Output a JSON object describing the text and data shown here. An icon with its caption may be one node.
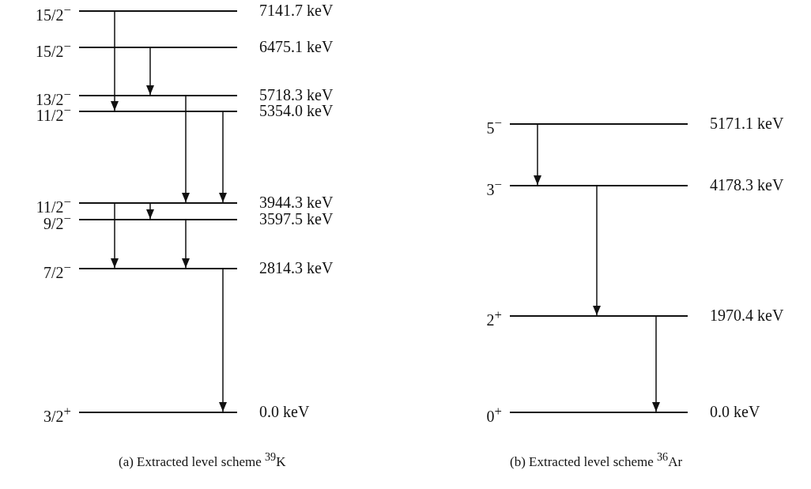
{
  "diagram": {
    "nodes": [
      {
        "text": [
          "15/2$^{−}$"
        ],
        "beside": [
          "7141.7 keV"
        ]
      },
      {
        "text": [
          "15/2$^{−}$"
        ],
        "beside": [
          "6475.1 keV"
        ]
      },
      {
        "text": [
          "13/2$^{−}$"
        ],
        "beside": [
          "5718.3 keV"
        ]
      },
      {
        "text": [
          "11/2$^{−}$"
        ],
        "beside": [
          "5354.0 keV"
        ]
      },
      {
        "text": [
          "11/2$^{−}$"
        ],
        "beside": [
          "3944.3 keV"
        ]
      },
      {
        "text": [
          "9/2$^{−}$"
        ],
        "beside": [
          "3597.5 keV"
        ]
      },
      {
        "text": [
          "7/2$^{−}$"
        ],
        "beside": [
          "2814.3 keV"
        ]
      },
      {
        "text": [
          "3/2$^{+}$"
        ],
        "beside": [
          "0.0 keV"
        ]
      },
      {
        "text": [
          "5$^{−}$"
        ],
        "beside": [
          "5171.1 keV"
        ]
      },
      {
        "text": [
          "3$^{−}$"
        ],
        "beside": [
          "4178.3 keV"
        ]
      },
      {
        "text": [
          "2$^{+}$"
        ],
        "beside": [
          "1970.4 keV"
        ]
      },
      {
        "text": [
          "0$^{+}$"
        ],
        "beside": [
          "0.0 keV"
        ]
      }
    ],
    "edges": [
      {
        "from": 0,
        "to": 3,
        "arrow": "to"
      },
      {
        "from": 1,
        "to": 2,
        "arrow": "to"
      },
      {
        "from": 2,
        "to": 4,
        "arrow": "to"
      },
      {
        "from": 3,
        "to": 4,
        "arrow": "to"
      },
      {
        "from": 4,
        "to": 5,
        "arrow": "to"
      },
      {
        "from": 4,
        "to": 6,
        "arrow": "to"
      },
      {
        "from": 5,
        "to": 6,
        "arrow": "to"
      },
      {
        "from": 6,
        "to": 7,
        "arrow": "to"
      },
      {
        "from": 8,
        "to": 9,
        "arrow": "to"
      },
      {
        "from": 9,
        "to": 10,
        "arrow": "to"
      },
      {
        "from": 10,
        "to": 11,
        "arrow": "to"
      }
    ],
    "labels": [
      "(a) Extracted level scheme $^{39}$K",
      "(b) Extracted level scheme $^{36}$Ar"
    ]
  }
}
